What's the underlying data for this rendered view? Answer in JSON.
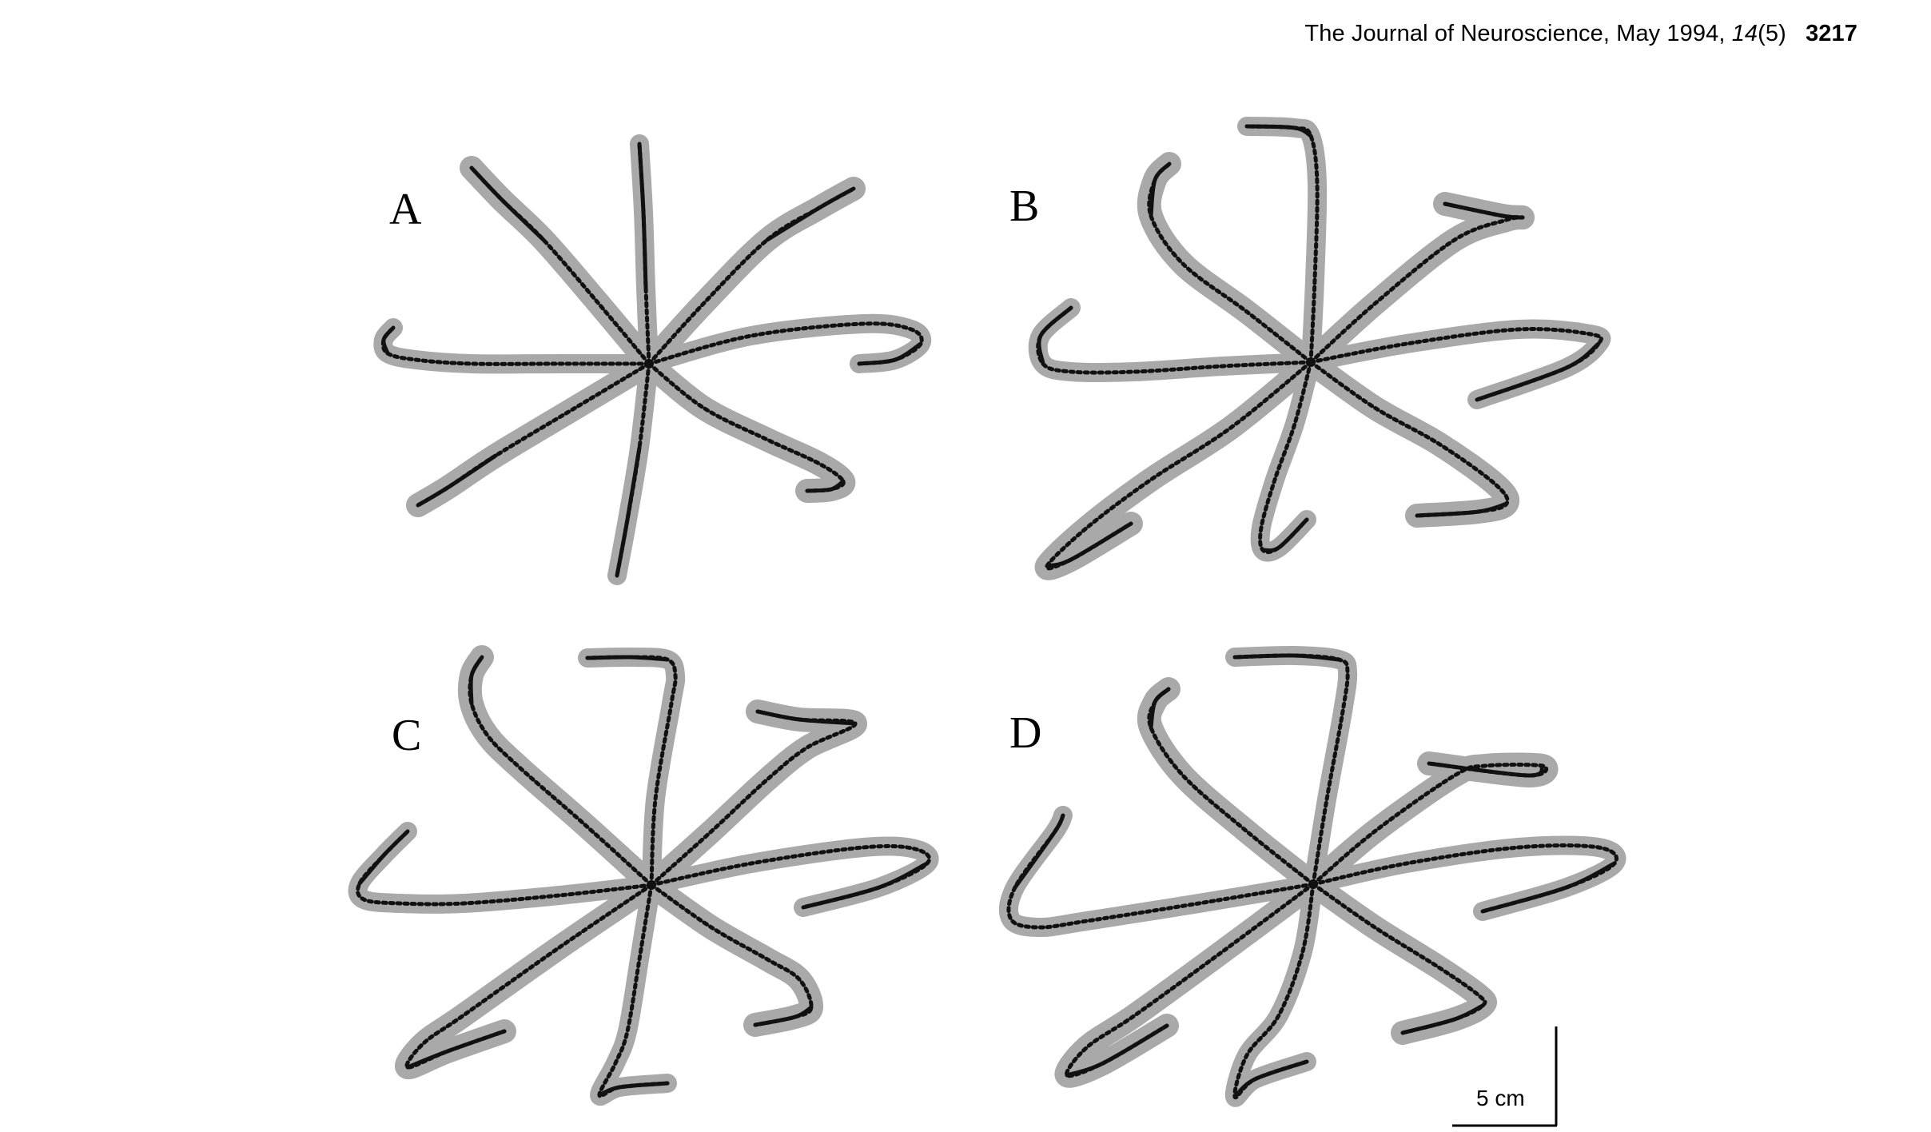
{
  "header": {
    "journal": "The Journal of Neuroscience, May 1994,",
    "volume": "14",
    "issue": "(5)",
    "page": "3217"
  },
  "figure": {
    "panels": [
      {
        "letter": "A"
      },
      {
        "letter": "B"
      },
      {
        "letter": "C"
      },
      {
        "letter": "D"
      }
    ],
    "scale_bar": {
      "label": "5 cm",
      "length_cm": 5
    },
    "colors": {
      "trajectory": "#111111",
      "envelope": "#a9a9a9"
    }
  }
}
